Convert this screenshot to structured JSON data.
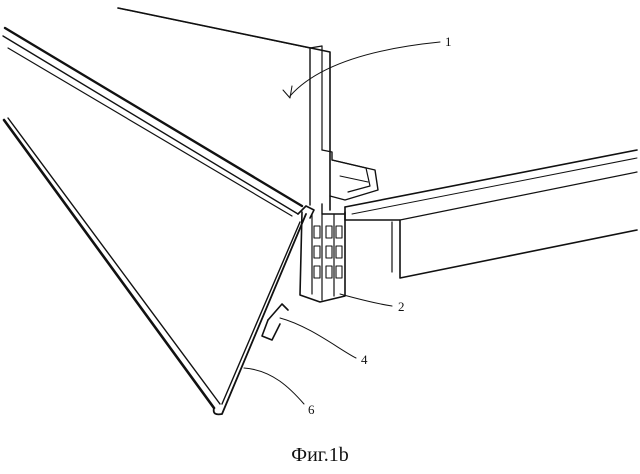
{
  "figure": {
    "caption": "Фиг.1b",
    "callouts": [
      {
        "id": "1",
        "label": "1"
      },
      {
        "id": "2",
        "label": "2"
      },
      {
        "id": "4",
        "label": "4"
      },
      {
        "id": "6",
        "label": "6"
      }
    ]
  }
}
